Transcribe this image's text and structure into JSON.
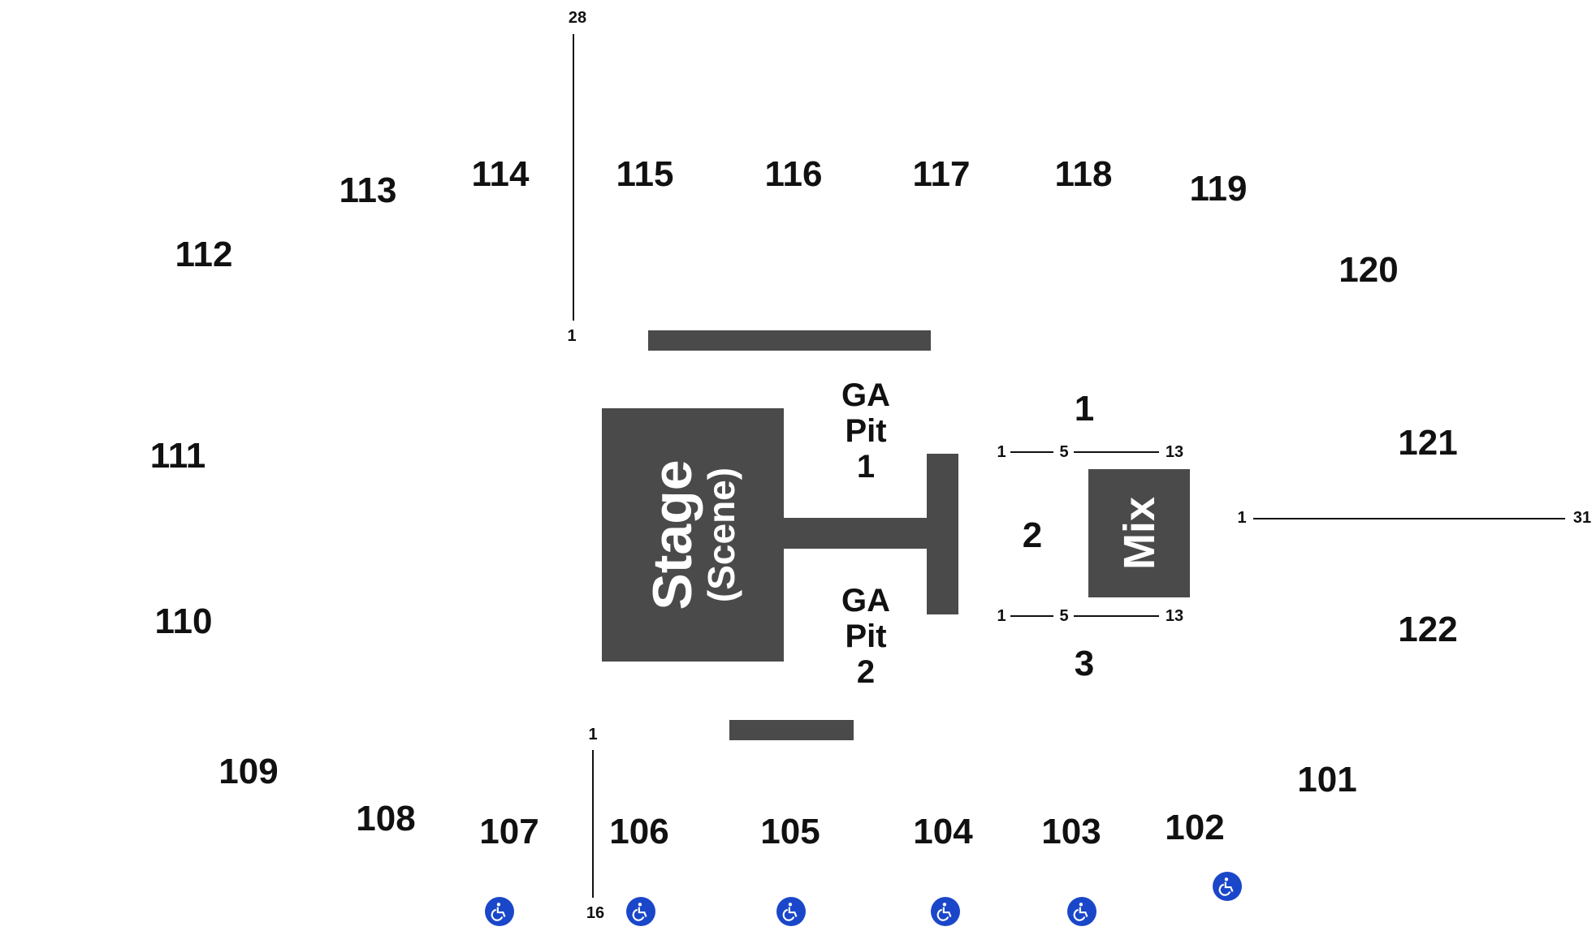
{
  "sections": {
    "s101": "101",
    "s102": "102",
    "s103": "103",
    "s104": "104",
    "s105": "105",
    "s106": "106",
    "s107": "107",
    "s108": "108",
    "s109": "109",
    "s110": "110",
    "s111": "111",
    "s112": "112",
    "s113": "113",
    "s114": "114",
    "s115": "115",
    "s116": "116",
    "s117": "117",
    "s118": "118",
    "s119": "119",
    "s120": "120",
    "s121": "121",
    "s122": "122"
  },
  "floor_sections": {
    "f1": "1",
    "f2": "2",
    "f3": "3"
  },
  "stage": {
    "title": "Stage",
    "subtitle": "(Scene)"
  },
  "mix": {
    "label": "Mix"
  },
  "pit1": {
    "line1": "GA",
    "line2": "Pit",
    "line3": "1"
  },
  "pit2": {
    "line1": "GA",
    "line2": "Pit",
    "line3": "2"
  },
  "row_markers": {
    "left_top_start": "28",
    "left_top_end": "1",
    "left_bottom_start": "1",
    "left_bottom_end": "16",
    "floor1_start": "1",
    "floor1_mid": "5",
    "floor1_end": "13",
    "floor3_start": "1",
    "floor3_mid": "5",
    "floor3_end": "13",
    "right_start": "1",
    "right_end": "31"
  },
  "icons": {
    "wheelchair": "wheelchair-accessible-icon",
    "accent_color": "#1a47c9"
  }
}
